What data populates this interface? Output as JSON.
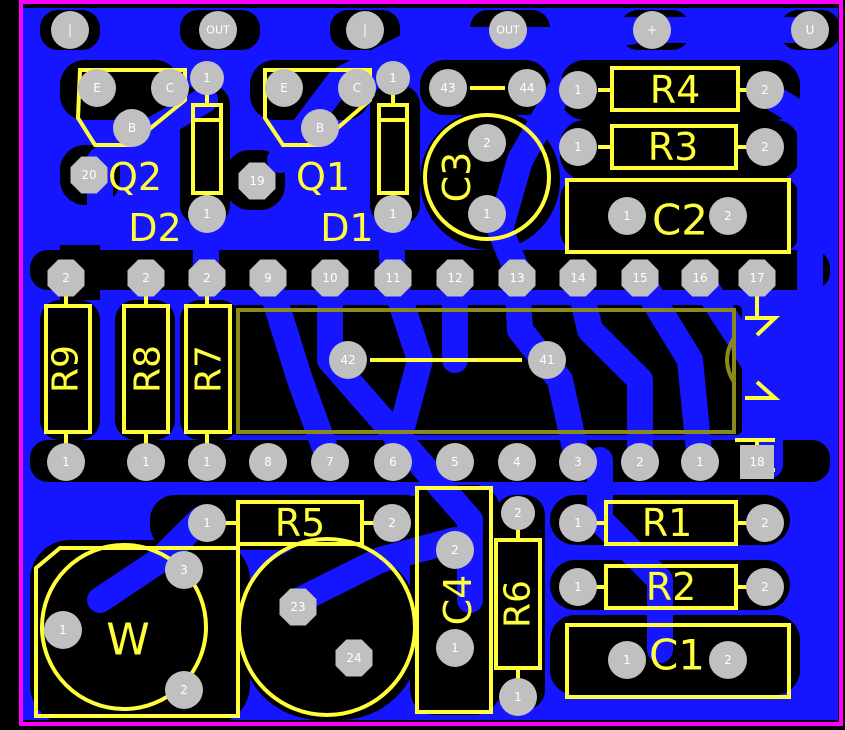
{
  "colors": {
    "background": "#000000",
    "copper": "#1515ff",
    "clearance": "#000000",
    "pad": "#c0c0c0",
    "silkscreen": "#ffff3c",
    "outline": "#ff00ff",
    "ic_outline": "#8a8a1a"
  },
  "labels": {
    "q2": "Q2",
    "q1": "Q1",
    "d2": "D2",
    "d1": "D1",
    "r4": "R4",
    "r3": "R3",
    "c3": "C3",
    "c2": "C2",
    "r9": "R9",
    "r8": "R8",
    "r7": "R7",
    "r5": "R5",
    "c4": "C4",
    "r6": "R6",
    "r1": "R1",
    "r2": "R2",
    "c1": "C1",
    "w": "W"
  },
  "pads": {
    "p_out1": "OUT",
    "p_out2": "OUT",
    "p_u": "U",
    "p_plus": "+",
    "p_top1": "|",
    "p_top3": "|",
    "q2_e": "E",
    "q2_c": "C",
    "q2_b": "B",
    "q1_e": "E",
    "q1_c": "C",
    "q1_b": "B",
    "p20": "20",
    "p19": "19",
    "p43": "43",
    "p44": "44",
    "d2_a": "1",
    "d2_k": "1",
    "d1_a": "1",
    "d1_k": "1",
    "r4_1": "1",
    "r4_2": "2",
    "r3_1": "1",
    "r3_2": "2",
    "c3_2": "2",
    "c3_1": "1",
    "c2_1": "1",
    "c2_2": "2",
    "r9_2": "2",
    "r8_2": "2",
    "r7_2": "2",
    "p9": "9",
    "p10": "10",
    "p11": "11",
    "p12": "12",
    "p13": "13",
    "p14": "14",
    "p15": "15",
    "p16": "16",
    "p17": "17",
    "p42": "42",
    "p41": "41",
    "r9_1": "1",
    "r8_1": "1",
    "r7_1": "1",
    "p8": "8",
    "p7": "7",
    "p6": "6",
    "p5": "5",
    "p4": "4",
    "p3": "3",
    "p2": "2",
    "p1": "1",
    "p18": "18",
    "r5_1": "1",
    "r5_2": "2",
    "r6_2": "2",
    "r6_1": "1",
    "r1_1": "1",
    "r1_2": "2",
    "r2_1": "1",
    "r2_2": "2",
    "w_3": "3",
    "w_1": "1",
    "w_2": "2",
    "p23": "23",
    "p24": "24",
    "c4_2": "2",
    "c4_1": "1",
    "c1_1": "1",
    "c1_2": "2"
  }
}
